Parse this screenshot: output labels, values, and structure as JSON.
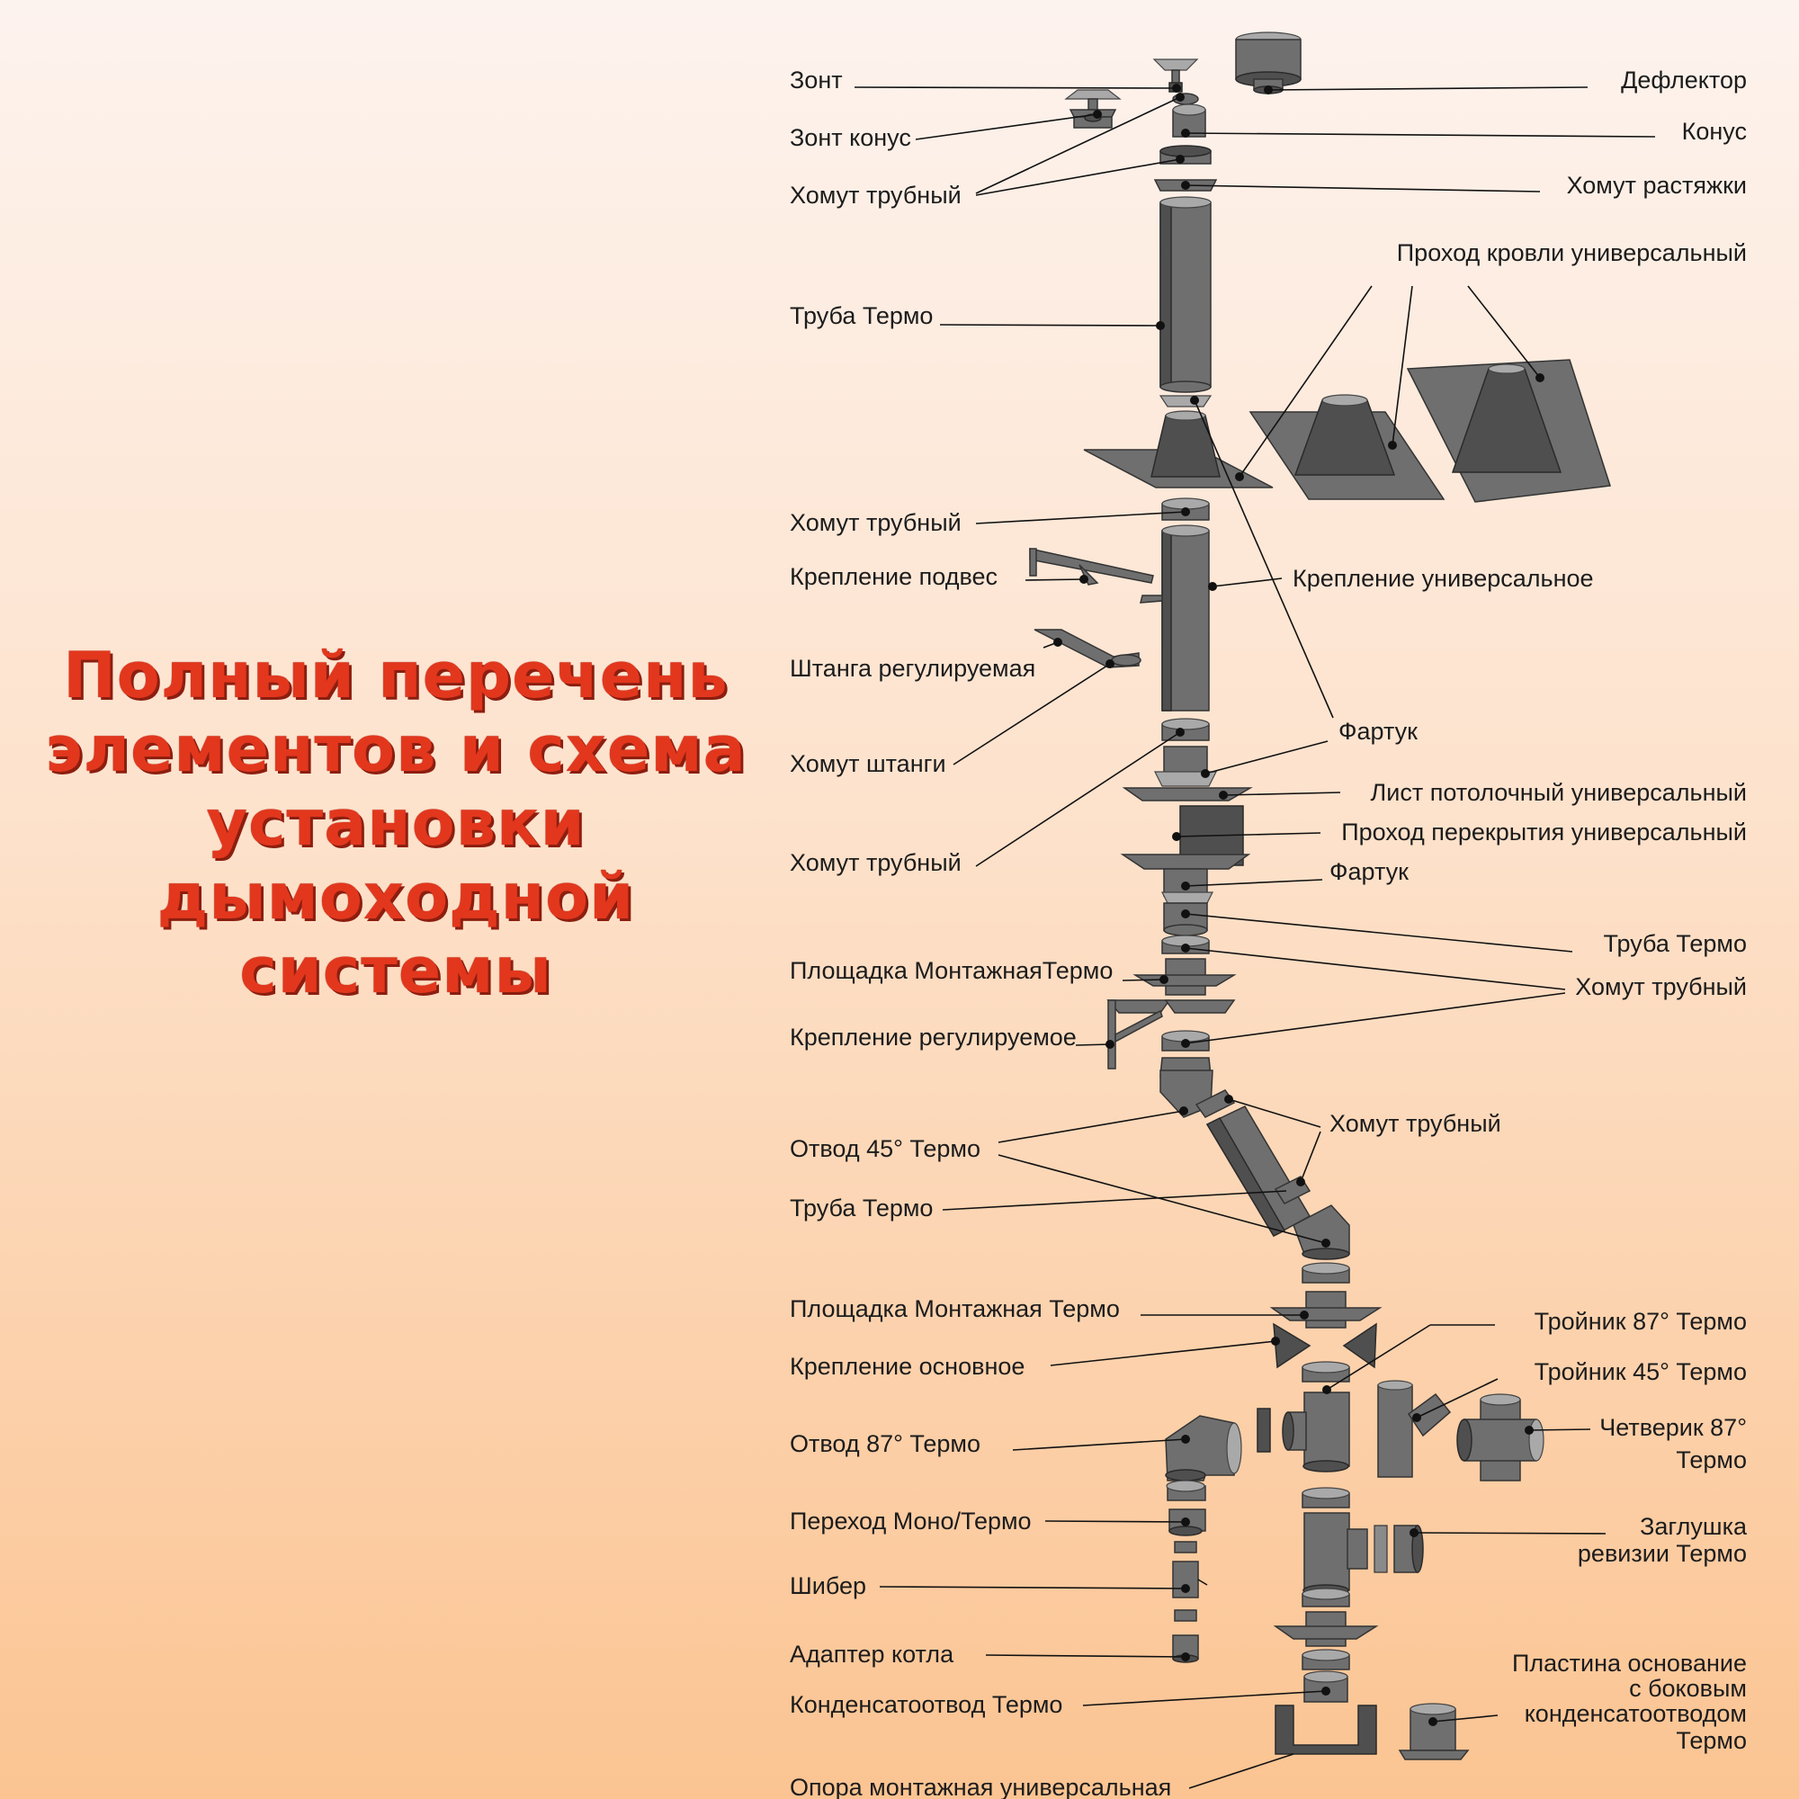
{
  "headline": {
    "lines": [
      "Полный перечень",
      "элементов и схема",
      "установки",
      "дымоходной",
      "системы"
    ]
  },
  "colors": {
    "headline": "#e2371d",
    "headline_shadow": "#8c1e10",
    "metal": "#6f6f6f",
    "leader": "#111111"
  },
  "labels": {
    "zont": "Зонт",
    "zont_konus": "Зонт конус",
    "khomut_1": "Хомут трубный",
    "deflektor": "Дефлектор",
    "konus": "Конус",
    "khomut_rastyazhki": "Хомут растяжки",
    "prokhod_krovli": "Проход кровли универсальный",
    "truba_termo_1": "Труба Термо",
    "khomut_2": "Хомут трубный",
    "kreplenie_podves": "Крепление подвес",
    "kreplenie_universalnoe": "Крепление универсальное",
    "shtanga": "Штанга регулируемая",
    "khomut_shtangi": "Хомут штанги",
    "fartuk_1": "Фартук",
    "list_potolochny": "Лист потолочный универсальный",
    "prokhod_perekrytiya": "Проход перекрытия универсальный",
    "khomut_3": "Хомут трубный",
    "fartuk_2": "Фартук",
    "truba_termo_2": "Труба Термо",
    "ploshchadka_1": "Площадка МонтажнаяТермо",
    "khomut_4": "Хомут трубный",
    "kreplenie_reguliruemoe": "Крепление регулируемое",
    "khomut_5": "Хомут трубный",
    "otvod_45": "Отвод 45° Термо",
    "truba_termo_3": "Труба Термо",
    "ploshchadka_2": "Площадка Монтажная Термо",
    "troynik_87": "Тройник 87° Термо",
    "kreplenie_osnovnoe": "Крепление основное",
    "troynik_45": "Тройник 45° Термо",
    "chetverik_1": "Четверик 87°",
    "chetverik_2": "Термо",
    "otvod_87": "Отвод 87° Термо",
    "perekhod": "Переход Моно/Термо",
    "zaglushka_1": "Заглушка",
    "zaglushka_2": "ревизии Термо",
    "shiber": "Шибер",
    "adapter": "Адаптер котла",
    "plastina_1": "Пластина основание",
    "plastina_2": "с боковым",
    "plastina_3": "конденсатоотводом",
    "plastina_4": "Термо",
    "kondensatootvod": "Конденсатоотвод Термо",
    "opora": "Опора монтажная универсальная"
  }
}
